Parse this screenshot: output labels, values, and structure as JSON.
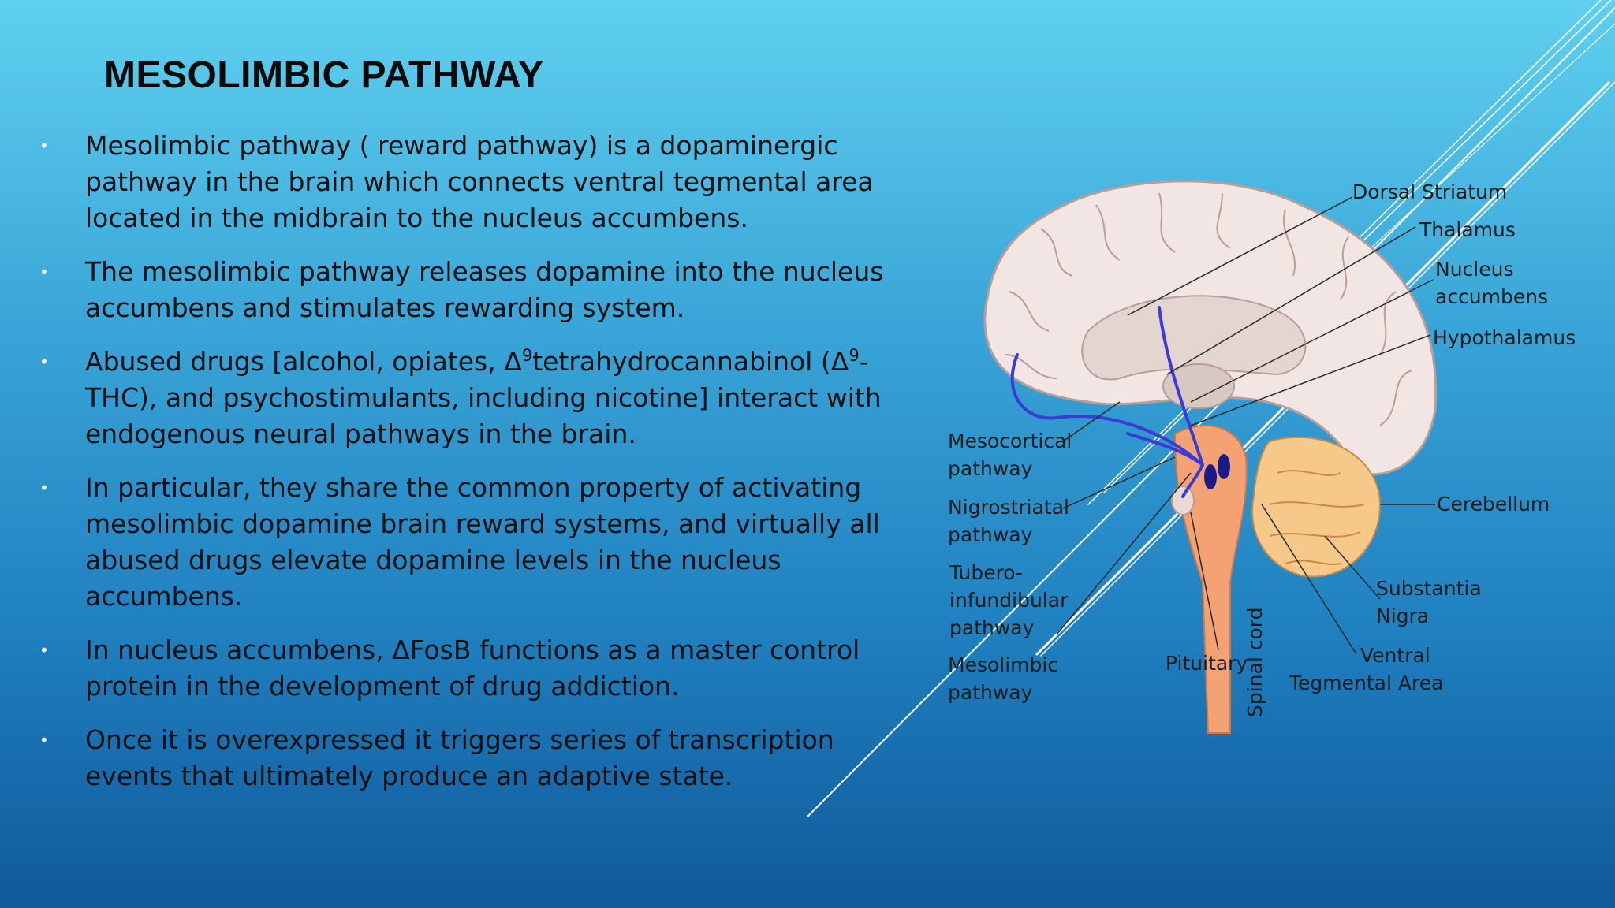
{
  "slide": {
    "title": "MESOLIMBIC PATHWAY",
    "bullet_glyph": "•",
    "bullets": [
      {
        "text": " Mesolimbic pathway ( reward pathway) is a dopaminergic pathway in the brain which connects ventral tegmental area located in the midbrain to the nucleus accumbens."
      },
      {
        "text": "The mesolimbic pathway releases dopamine into the nucleus accumbens and stimulates rewarding system."
      },
      {
        "pre": "Abused drugs [alcohol, opiates, Δ",
        "sup1": "9",
        "mid": "tetrahydrocannabinol (Δ",
        "sup2": "9",
        "post": "-THC), and psychostimulants, including nicotine] interact with endogenous neural pathways in the brain."
      },
      {
        "text": "In particular, they share the common property of activating mesolimbic dopamine brain reward systems, and virtually all abused drugs elevate dopamine levels in the nucleus accumbens."
      },
      {
        "text": "In nucleus accumbens, ΔFosB functions as a master control protein in the development of drug addiction."
      },
      {
        "text": "Once it is overexpressed it triggers series of transcription events that ultimately produce an adaptive state."
      }
    ]
  },
  "diagram": {
    "labels": {
      "dorsal_striatum": "Dorsal Striatum",
      "thalamus": "Thalamus",
      "nucleus_accumbens_1": "Nucleus",
      "nucleus_accumbens_2": "accumbens",
      "hypothalamus": "Hypothalamus",
      "cerebellum": "Cerebellum",
      "substantia_nigra_1": "Substantia",
      "substantia_nigra_2": "Nigra",
      "vta_1": "Ventral",
      "vta_2": "Tegmental Area",
      "pituitary": "Pituitary",
      "spinal_cord": "Spinal cord",
      "mesocortical_1": "Mesocortical",
      "mesocortical_2": "pathway",
      "nigrostriatal_1": "Nigrostriatal",
      "nigrostriatal_2": "pathway",
      "tubero_1": "Tubero-",
      "tubero_2": "infundibular",
      "tubero_3": "pathway",
      "mesolimbic_1": "Mesolimbic",
      "mesolimbic_2": "pathway"
    },
    "colors": {
      "cortex": "#f1e6e3",
      "brainstem": "#f4a273",
      "cerebellum": "#f6c98b",
      "pathway": "#3b3bd8"
    }
  }
}
